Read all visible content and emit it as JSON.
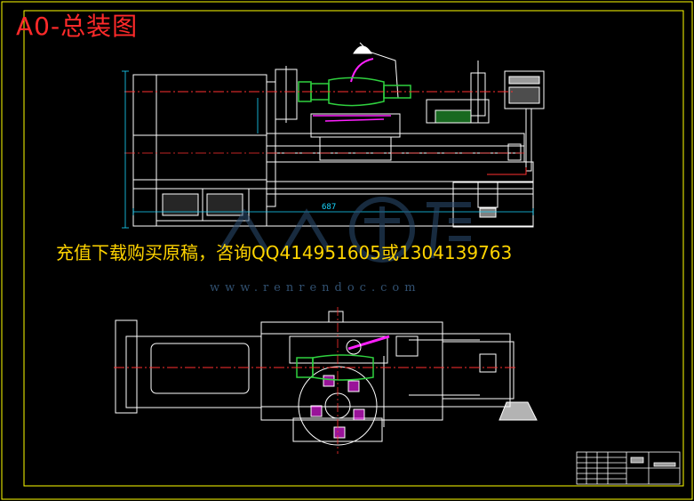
{
  "drawing": {
    "title": "A0-总装图",
    "dimension_label": "687"
  },
  "overlay": {
    "banner_text": "充值下载购买原稿，咨询QQ414951605或1304139763",
    "watermark_url": "www.renrendoc.com",
    "watermark_logo_text": "人人文库"
  },
  "colors": {
    "background": "#000000",
    "frame": "#ffff00",
    "line": "#ffffff",
    "center_line": "#ff3030",
    "dimension": "#19d7ff",
    "part_green": "#2fd13f",
    "part_magenta": "#ff20ff",
    "title_red": "#ff2a2a",
    "banner_yellow": "#ffd400"
  }
}
